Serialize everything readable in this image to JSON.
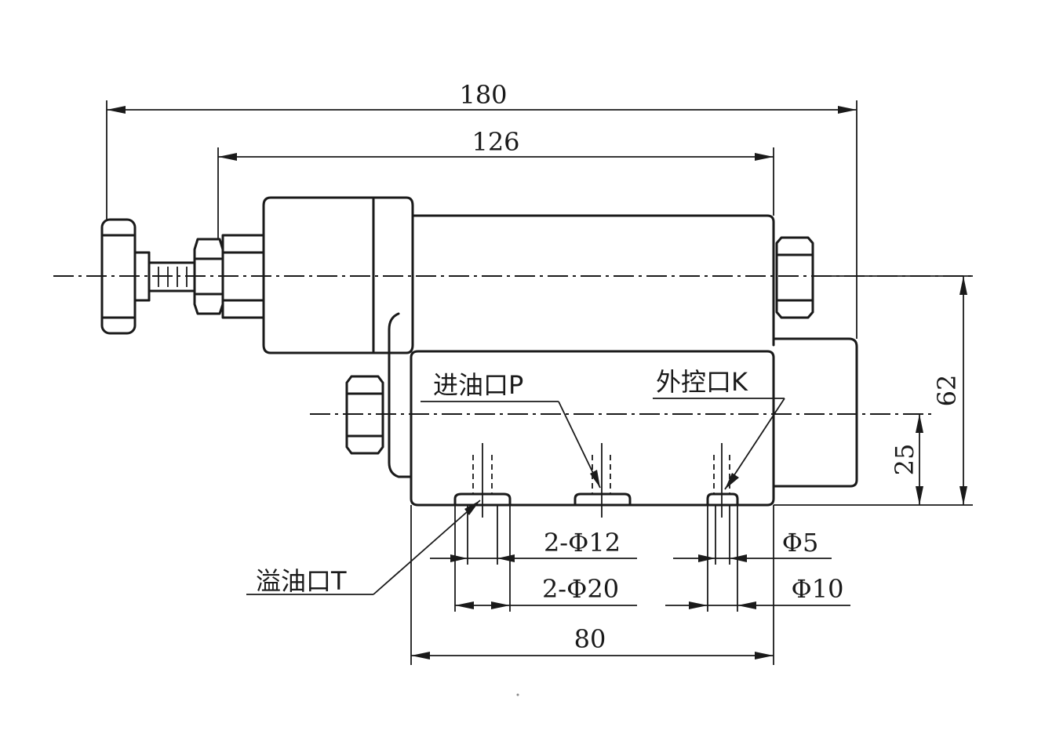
{
  "dimensions": {
    "overall_length": "180",
    "body_length": "126",
    "base_width": "80",
    "height_total": "62",
    "height_port": "25",
    "port_p_t_small": "2-Φ12",
    "port_p_t_large": "2-Φ20",
    "port_k_small": "Φ5",
    "port_k_large": "Φ10"
  },
  "labels": {
    "port_p": "进油口P",
    "port_k": "外控口K",
    "port_t": "溢油口T"
  }
}
